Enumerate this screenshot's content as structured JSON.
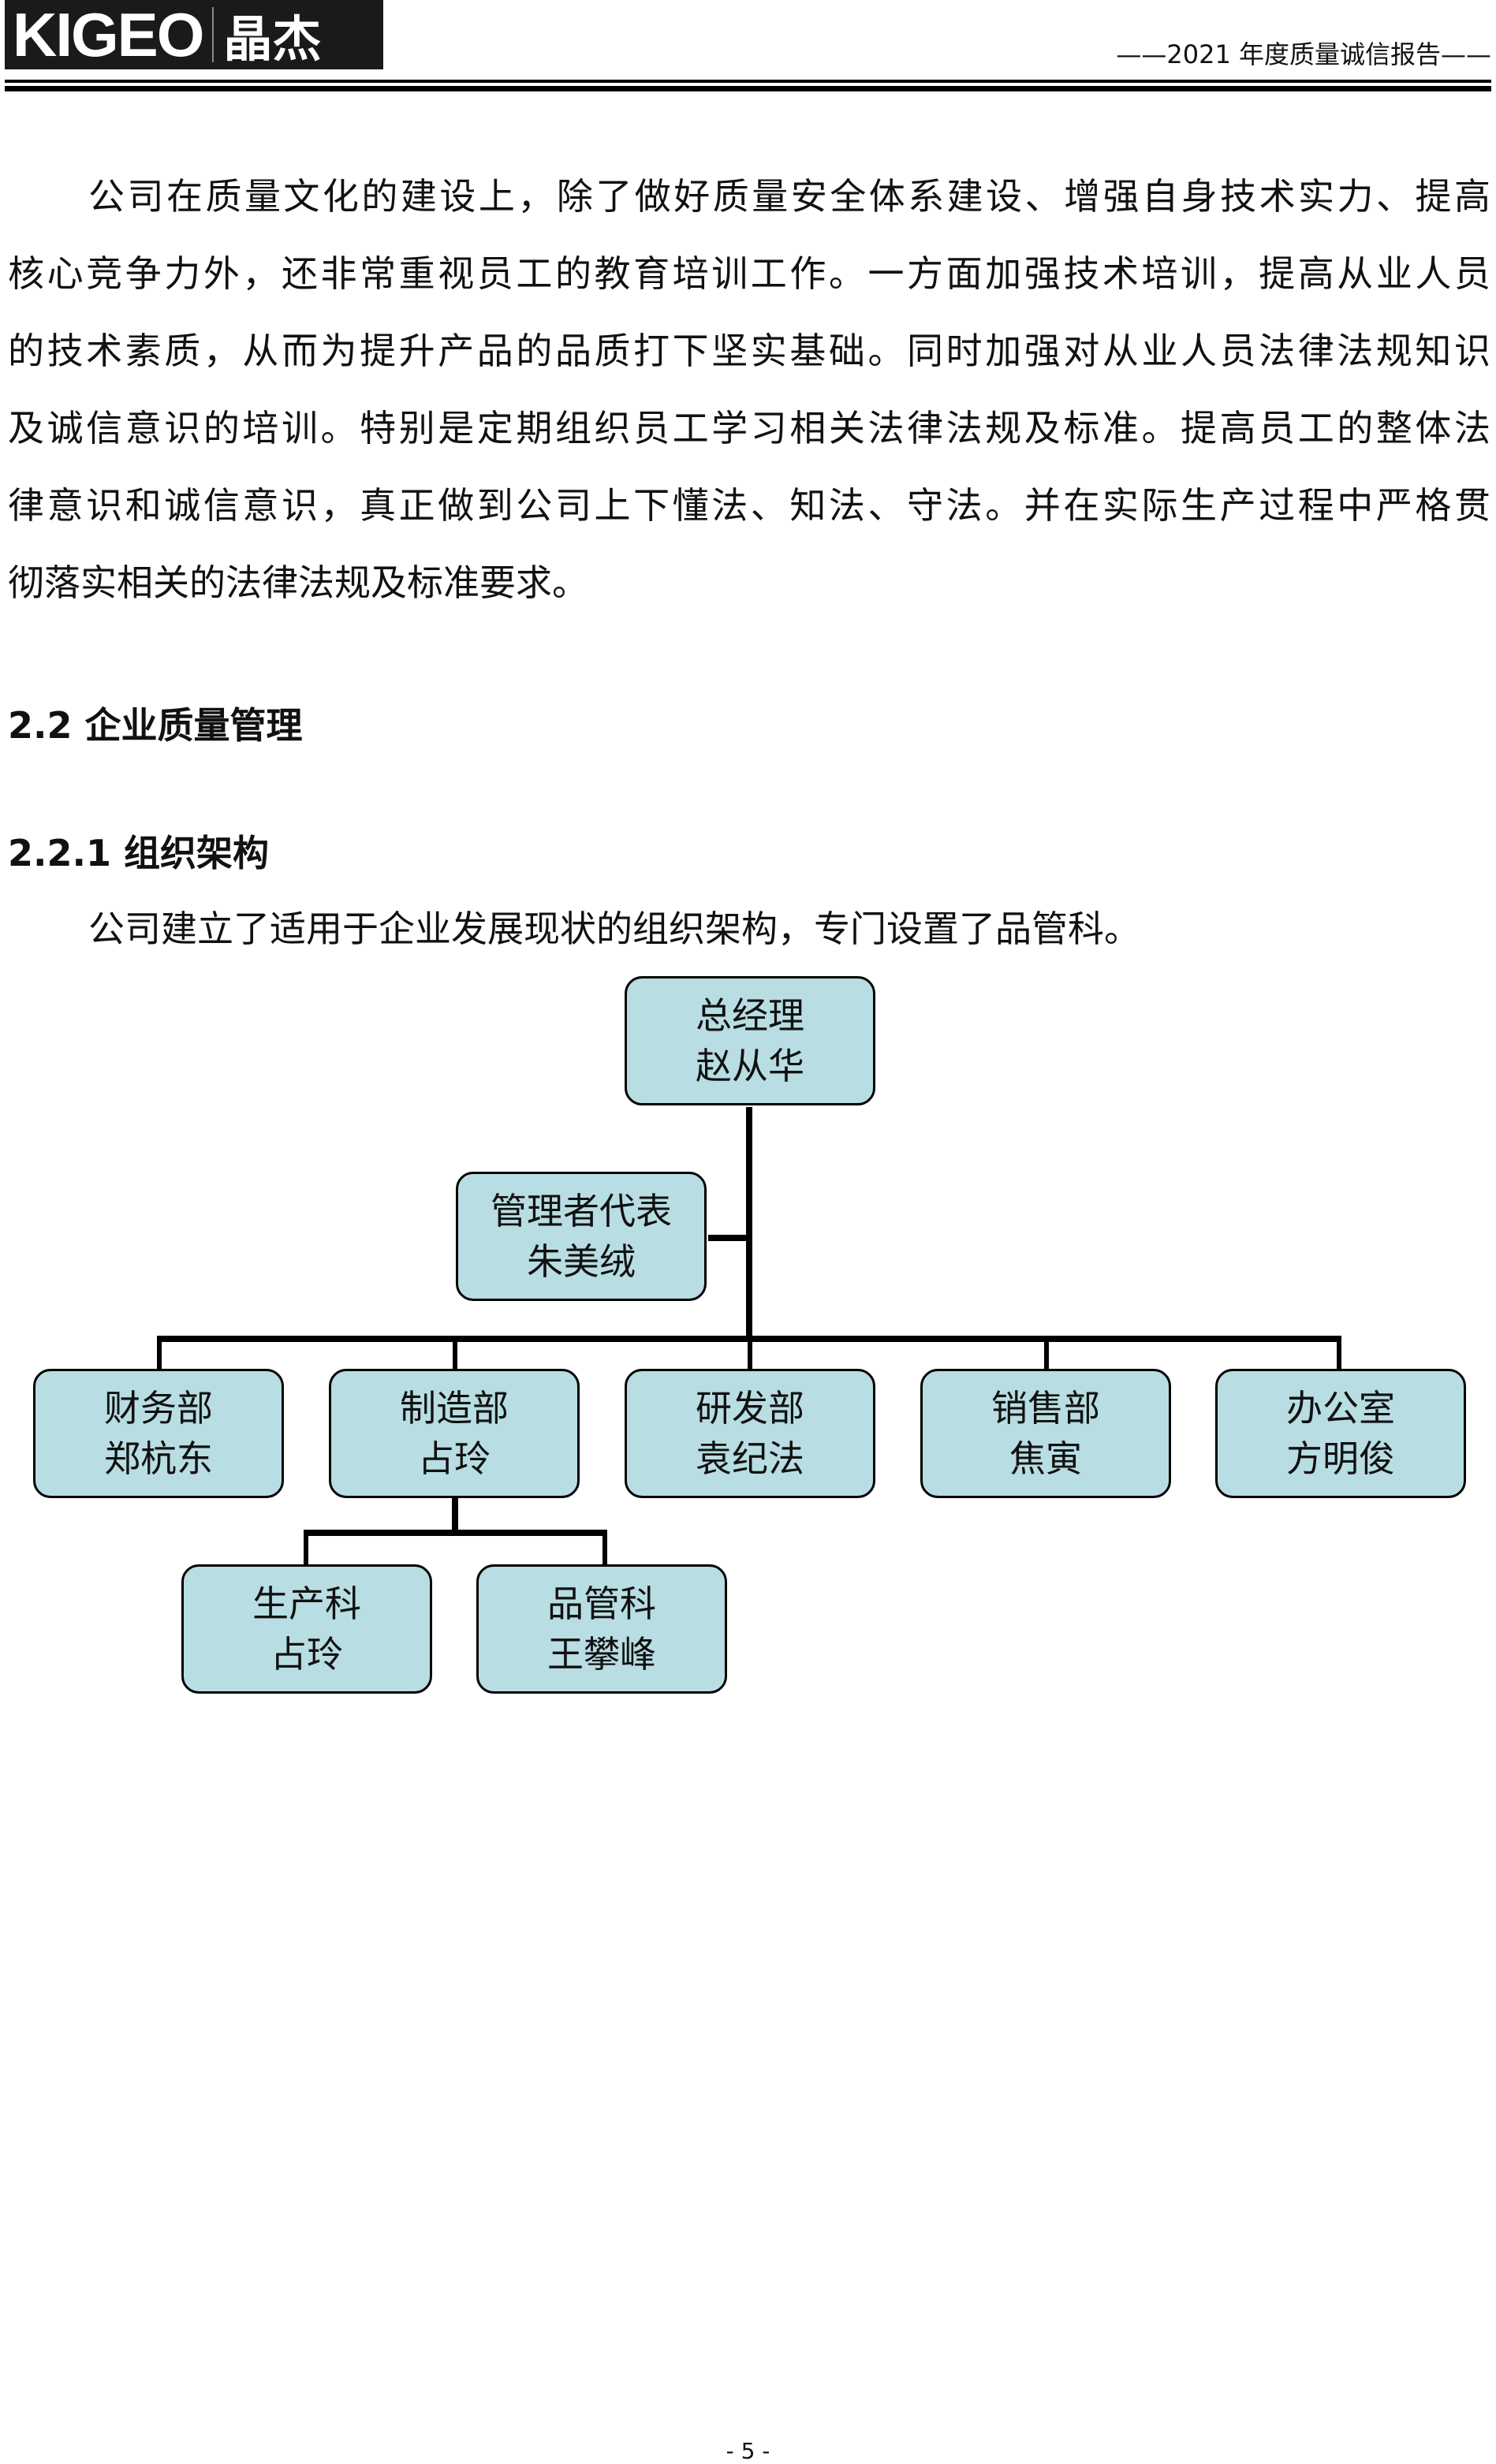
{
  "header": {
    "logo_en": "KIGEO",
    "logo_cn": "晶杰",
    "report_title": "——2021 年度质量诚信报告——"
  },
  "body": {
    "paragraph_lines": [
      "公司在质量文化的建设上，除了做好质量安全体系建设、增强自身技术实力、提高",
      "核心竞争力外，还非常重视员工的教育培训工作。一方面加强技术培训，提高从业人员",
      "的技术素质，从而为提升产品的品质打下坚实基础。同时加强对从业人员法律法规知识",
      "及诚信意识的培训。特别是定期组织员工学习相关法律法规及标准。提高员工的整体法",
      "律意识和诚信意识，真正做到公司上下懂法、知法、守法。并在实际生产过程中严格贯",
      "彻落实相关的法律法规及标准要求。"
    ],
    "heading_2_2": "2.2 企业质量管理",
    "heading_2_2_1": "2.2.1  组织架构",
    "caption": "公司建立了适用于企业发展现状的组织架构，专门设置了品管科。"
  },
  "org_chart": {
    "general_manager": {
      "title": "总经理",
      "name": "赵从华"
    },
    "management_rep": {
      "title": "管理者代表",
      "name": "朱美绒"
    },
    "departments": [
      {
        "title": "财务部",
        "name": "郑杭东"
      },
      {
        "title": "制造部",
        "name": "占玲"
      },
      {
        "title": "研发部",
        "name": "袁纪法"
      },
      {
        "title": "销售部",
        "name": "焦寅"
      },
      {
        "title": "办公室",
        "name": "方明俊"
      }
    ],
    "sections": [
      {
        "title": "生产科",
        "name": "占玲"
      },
      {
        "title": "品管科",
        "name": "王攀峰"
      }
    ],
    "box_color": "#b8dde3"
  },
  "footer": {
    "page_number": "- 5 -"
  }
}
